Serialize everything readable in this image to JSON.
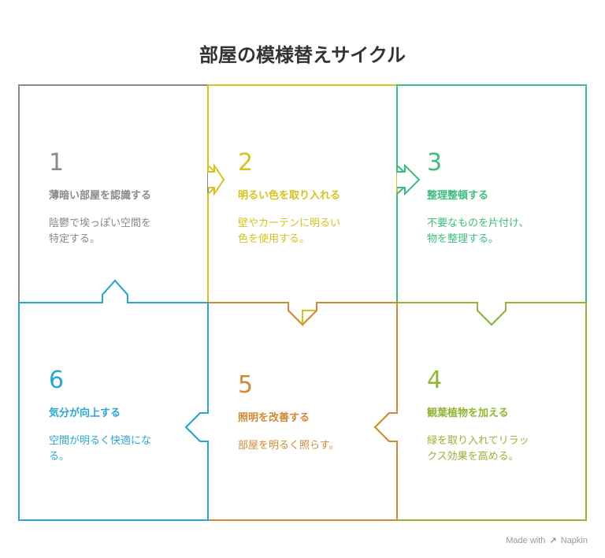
{
  "title": "部屋の模様替えサイクル",
  "steps": [
    {
      "number": "1",
      "heading": "薄暗い部屋を認識する",
      "description": "陰鬱で埃っぽい空間を\n特定する。",
      "color": "#8a8a8a"
    },
    {
      "number": "2",
      "heading": "明るい色を取り入れる",
      "description": "壁やカーテンに明るい\n色を使用する。",
      "color": "#d4c31a"
    },
    {
      "number": "3",
      "heading": "整理整頓する",
      "description": "不要なものを片付け、\n物を整理する。",
      "color": "#3dbd7d"
    },
    {
      "number": "4",
      "heading": "観葉植物を加える",
      "description": "緑を取り入れてリラッ\nクス効果を高める。",
      "color": "#92b534"
    },
    {
      "number": "5",
      "heading": "照明を改善する",
      "description": "部屋を明るく照らす。",
      "color": "#d18a34"
    },
    {
      "number": "6",
      "heading": "気分が向上する",
      "description": "空間が明るく快適にな\nる。",
      "color": "#2aa6d6"
    }
  ],
  "watermark": {
    "prefix": "Made with",
    "brand": "Napkin"
  }
}
